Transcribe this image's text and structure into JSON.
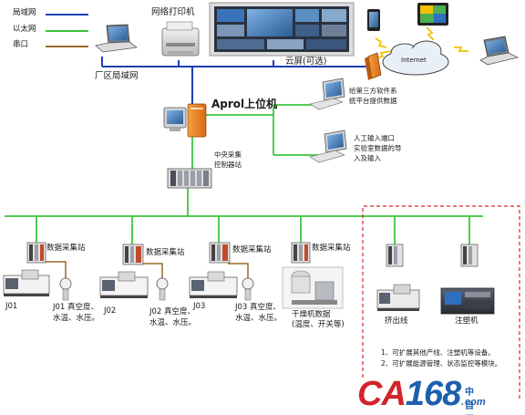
{
  "legend": {
    "items": [
      {
        "label": "局域网",
        "color": "#1f3fb4"
      },
      {
        "label": "以太网",
        "color": "#3cc63c"
      },
      {
        "label": "串口",
        "color": "#9a6a2a"
      }
    ]
  },
  "top": {
    "printer_label": "网络打印机",
    "lan_label": "厂区局域网",
    "cloud_screen_label": "云屏(可选)",
    "internet_label": "Internet"
  },
  "host": {
    "label": "Aprol上位机",
    "third_party_line1": "给第三方软件系",
    "third_party_line2": "统平台提供数据",
    "manual_line1": "人工输入端口",
    "manual_line2": "实验室数据的导",
    "manual_line3": "入及输入"
  },
  "central": {
    "line1": "中央采集",
    "line2": "控制器站"
  },
  "stations": {
    "s1_label": "数据采集站",
    "s2_label": "数据采集站",
    "s3_label": "数据采集站",
    "s4_label": "数据采集站"
  },
  "machines": {
    "j01": "J01",
    "j01_desc1": "J01 真空度、",
    "j01_desc2": "水温、水压。",
    "j02": "J02",
    "j02_desc1": "J02 真空度、",
    "j02_desc2": "水温、水压。",
    "j03": "J03",
    "j03_desc1": "J03 真空度、",
    "j03_desc2": "水温、水压。",
    "dryer1": "干燥机数据",
    "dryer2": "(温度、开关等)",
    "extrusion": "挤出线",
    "injection": "注塑机"
  },
  "notes": {
    "line1": "1、可扩展其他产线、注塑机等设备。",
    "line2": "2、可扩展能源管理、状态监控等模块。"
  },
  "brand": {
    "ca": "CA",
    "num": "168",
    "dot": ".",
    "cn": "中自网",
    "domain": "com"
  },
  "colors": {
    "lan": "#1f3fb4",
    "ethernet": "#3cc63c",
    "serial": "#9a6a2a",
    "dashed_box": "#d9262c"
  }
}
